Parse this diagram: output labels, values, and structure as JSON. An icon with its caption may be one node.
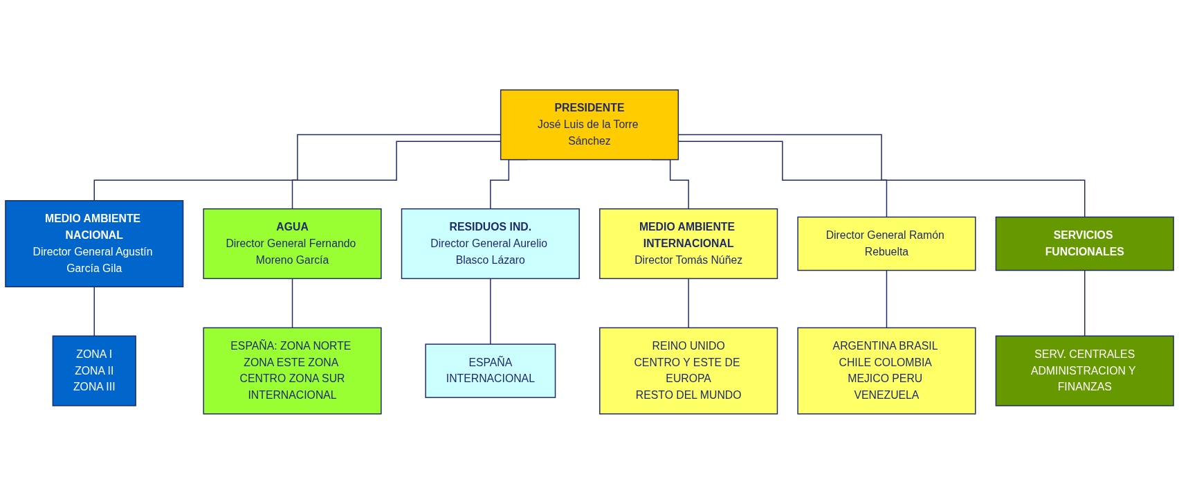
{
  "diagram": {
    "nodes": [
      {
        "text": [
          "PRESIDENTE",
          "José Luis de la Torre Sánchez"
        ]
      },
      {
        "text": [
          "MEDIO AMBIENTE NACIONAL",
          "Director General Agustín García Gila"
        ]
      },
      {
        "text": [
          "AGUA",
          "Director General Fernando Moreno García"
        ]
      },
      {
        "text": [
          "RESIDUOS IND.",
          "Director General Aurelio Blasco Lázaro"
        ]
      },
      {
        "text": [
          "MEDIO AMBIENTE INTERNACIONAL",
          "Director Tomás Núñez"
        ]
      },
      {
        "text": [
          "Director General Ramón Rebuelta"
        ]
      },
      {
        "text": [
          "SERVICIOS FUNCIONALES"
        ]
      },
      {
        "text": [
          "ZONA I",
          "ZONA II",
          "ZONA III"
        ]
      },
      {
        "text": [
          "ESPAÑA: ZONA NORTE ZONA ESTE ZONA CENTRO ZONA SUR",
          "INTERNACIONAL"
        ]
      },
      {
        "text": [
          "ESPAÑA",
          "INTERNACIONAL"
        ]
      },
      {
        "text": [
          "REINO UNIDO",
          "CENTRO Y ESTE DE EUROPA",
          "RESTO DEL MUNDO"
        ]
      },
      {
        "text": [
          "ARGENTINA BRASIL CHILE COLOMBIA MEJICO PERU VENEZUELA"
        ]
      },
      {
        "text": [
          "SERV. CENTRALES",
          "ADMINISTRACION Y FINANZAS"
        ]
      }
    ],
    "edges": [
      {
        "from": 0,
        "to": 1,
        "arrow": "none"
      },
      {
        "from": 0,
        "to": 2,
        "arrow": "none"
      },
      {
        "from": 0,
        "to": 3,
        "arrow": "none"
      },
      {
        "from": 0,
        "to": 4,
        "arrow": "none"
      },
      {
        "from": 0,
        "to": 5,
        "arrow": "none"
      },
      {
        "from": 0,
        "to": 6,
        "arrow": "none"
      },
      {
        "from": 1,
        "to": 7,
        "arrow": "none"
      },
      {
        "from": 2,
        "to": 8,
        "arrow": "none"
      },
      {
        "from": 3,
        "to": 9,
        "arrow": "none"
      },
      {
        "from": 4,
        "to": 10,
        "arrow": "none"
      },
      {
        "from": 5,
        "to": 11,
        "arrow": "none"
      },
      {
        "from": 6,
        "to": 12,
        "arrow": "none"
      }
    ]
  }
}
